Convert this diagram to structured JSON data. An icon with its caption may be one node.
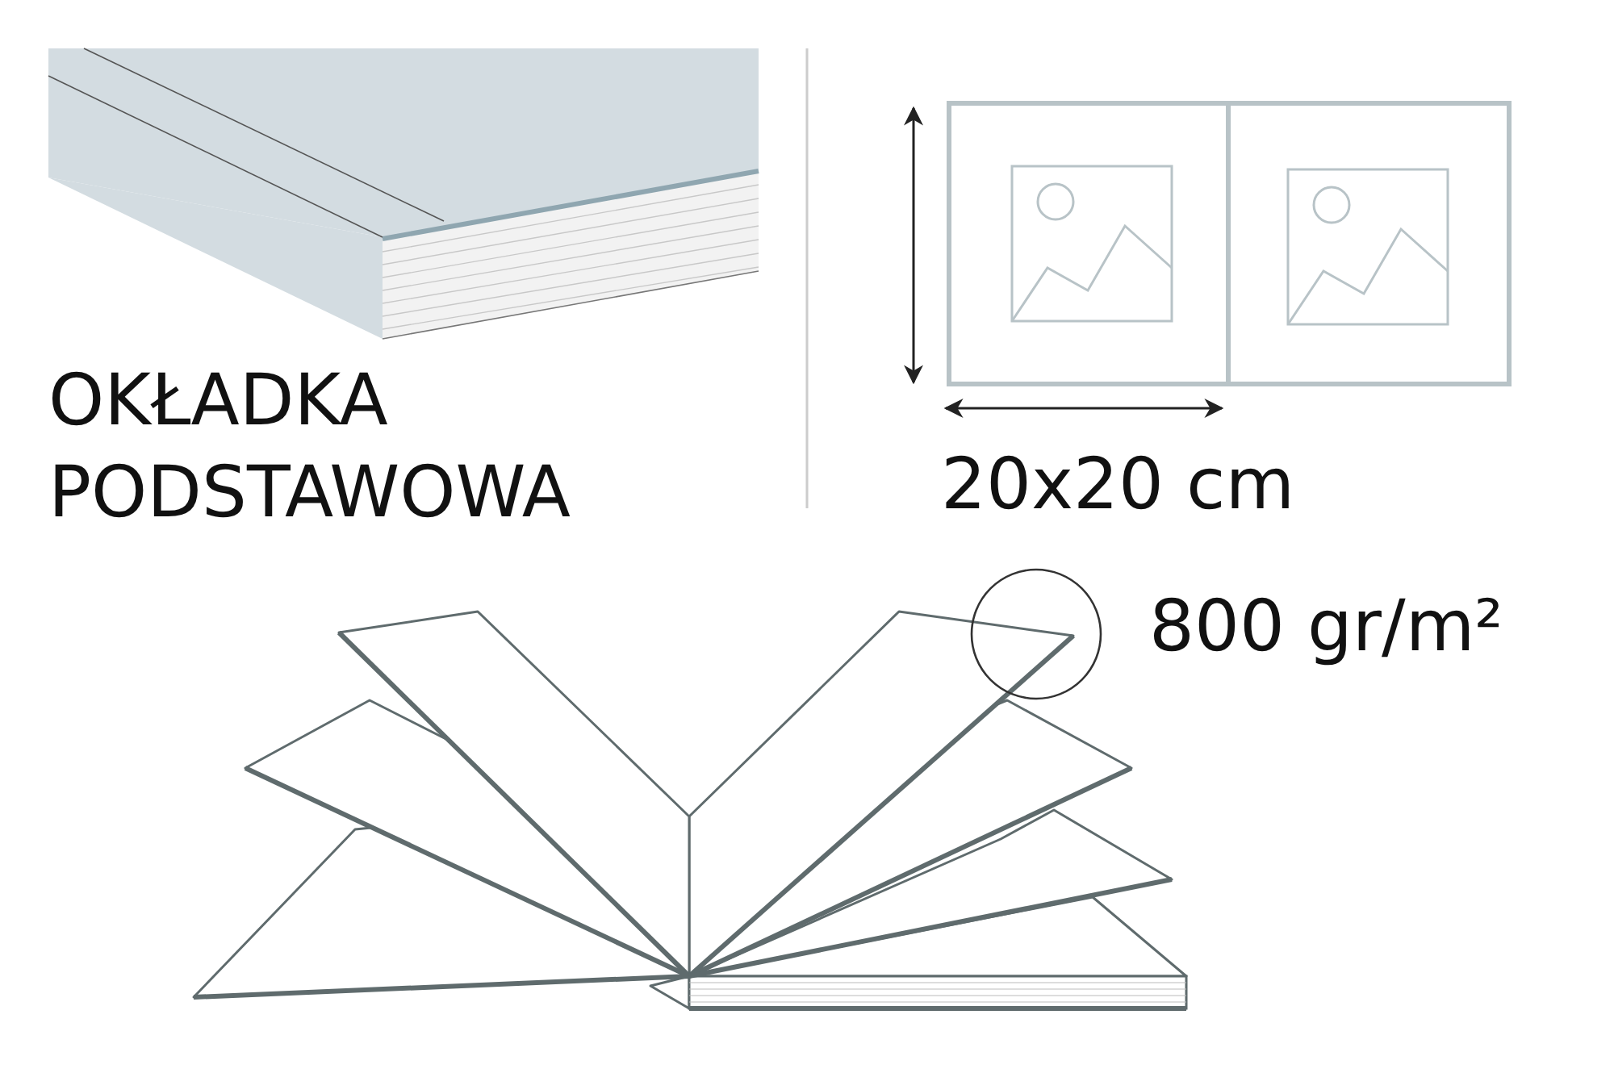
{
  "diagram": {
    "labels": [
      "OKŁADKA PODSTAWOWA",
      "20x20 cm",
      "800 gr/m²"
    ]
  }
}
